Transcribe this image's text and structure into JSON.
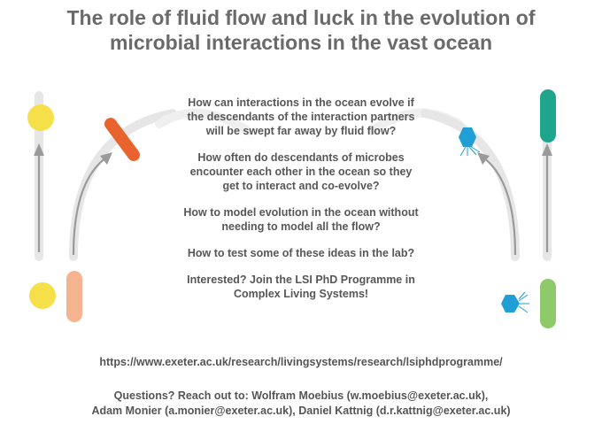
{
  "title": {
    "line1": "The role of fluid flow and luck in the evolution of",
    "line2": "microbial interactions in the vast ocean"
  },
  "questions": [
    {
      "l1": "How can interactions in the ocean evolve if",
      "l2": "the descendants of the interaction partners",
      "l3": "will be swept far away by fluid flow?"
    },
    {
      "l1": "How often do descendants of microbes",
      "l2": "encounter each other in the ocean so they",
      "l3": "get to interact and co-evolve?"
    },
    {
      "l1": "How to model evolution in the ocean without",
      "l2": "needing to model all the flow?"
    },
    {
      "l1": "How to test some of these ideas in the lab?"
    },
    {
      "l1": "Interested? Join the LSI PhD Programme in",
      "l2": "Complex Living Systems!"
    }
  ],
  "url": "https://www.exeter.ac.uk/research/livingsystems/research/lsiphdprogramme/",
  "contact": {
    "line1": "Questions? Reach out to: Wolfram Moebius (w.moebius@exeter.ac.uk),",
    "line2": "Adam Monier (a.monier@exeter.ac.uk), Daniel Kattnig (d.r.kattnig@exeter.ac.uk)"
  },
  "colors": {
    "track": "#e6e6e6",
    "arrow": "#9a9a9a",
    "yellow": "#f5e04a",
    "orange": "#e8632e",
    "peach": "#f5b48f",
    "blue": "#1f9fd6",
    "teal": "#1fa58c",
    "green": "#8ec96a"
  }
}
